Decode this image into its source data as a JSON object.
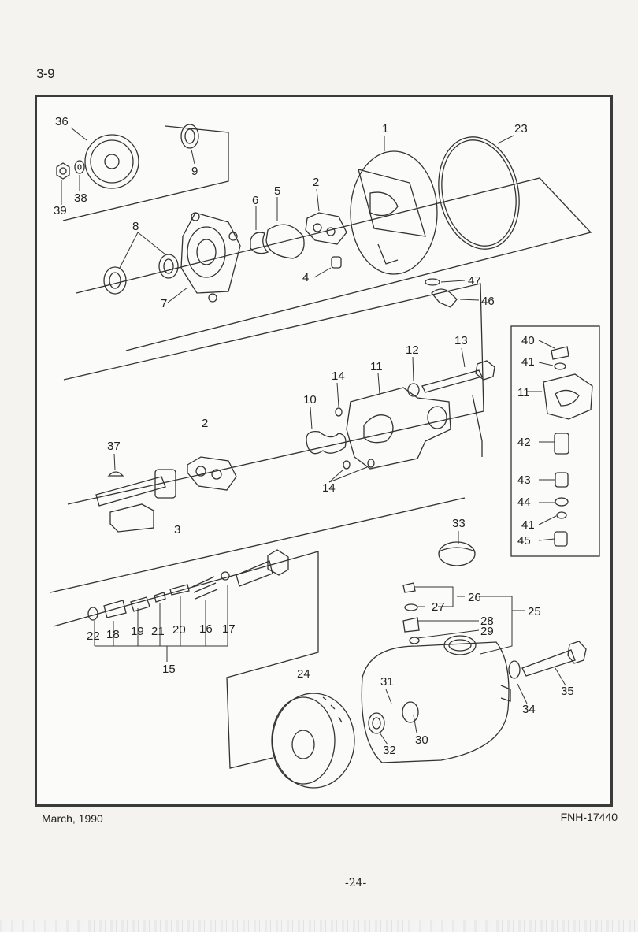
{
  "header": {
    "section_ref": "3-9"
  },
  "footer": {
    "date": "March, 1990",
    "part_code": "FNH-17440",
    "page_number": "-24-"
  },
  "callouts": [
    "1",
    "2",
    "2",
    "3",
    "4",
    "5",
    "6",
    "7",
    "8",
    "9",
    "10",
    "11",
    "11",
    "12",
    "13",
    "14",
    "14",
    "15",
    "16",
    "17",
    "18",
    "19",
    "20",
    "21",
    "22",
    "23",
    "24",
    "25",
    "26",
    "27",
    "28",
    "29",
    "30",
    "31",
    "32",
    "33",
    "34",
    "35",
    "36",
    "37",
    "38",
    "39",
    "40",
    "41",
    "41",
    "42",
    "43",
    "44",
    "45",
    "46",
    "47"
  ]
}
